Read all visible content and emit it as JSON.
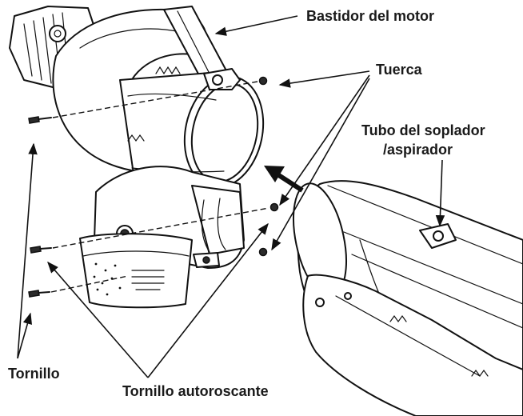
{
  "labels": {
    "motor_housing": "Bastidor del motor",
    "nut": "Tuerca",
    "tube_line1": "Tubo del soplador",
    "tube_line2": "/aspirador",
    "screw": "Tornillo",
    "self_tapping_screw": "Tornillo autoroscante"
  }
}
